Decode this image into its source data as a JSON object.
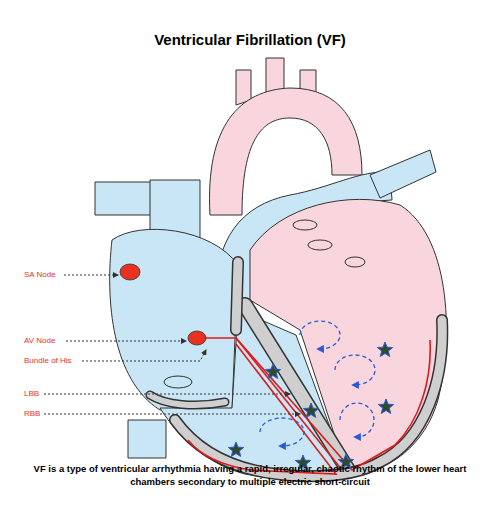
{
  "diagram": {
    "title": "Ventricular Fibrillation (VF)",
    "caption": "VF is a type of ventricular arrhythmia having a rapid, irregular, chaotic rhythm of the lower heart chambers secondary to multiple electric short-circuit",
    "labels": [
      "SA Node",
      "AV Node",
      "Bundle of His",
      "LBB",
      "RBB"
    ]
  }
}
